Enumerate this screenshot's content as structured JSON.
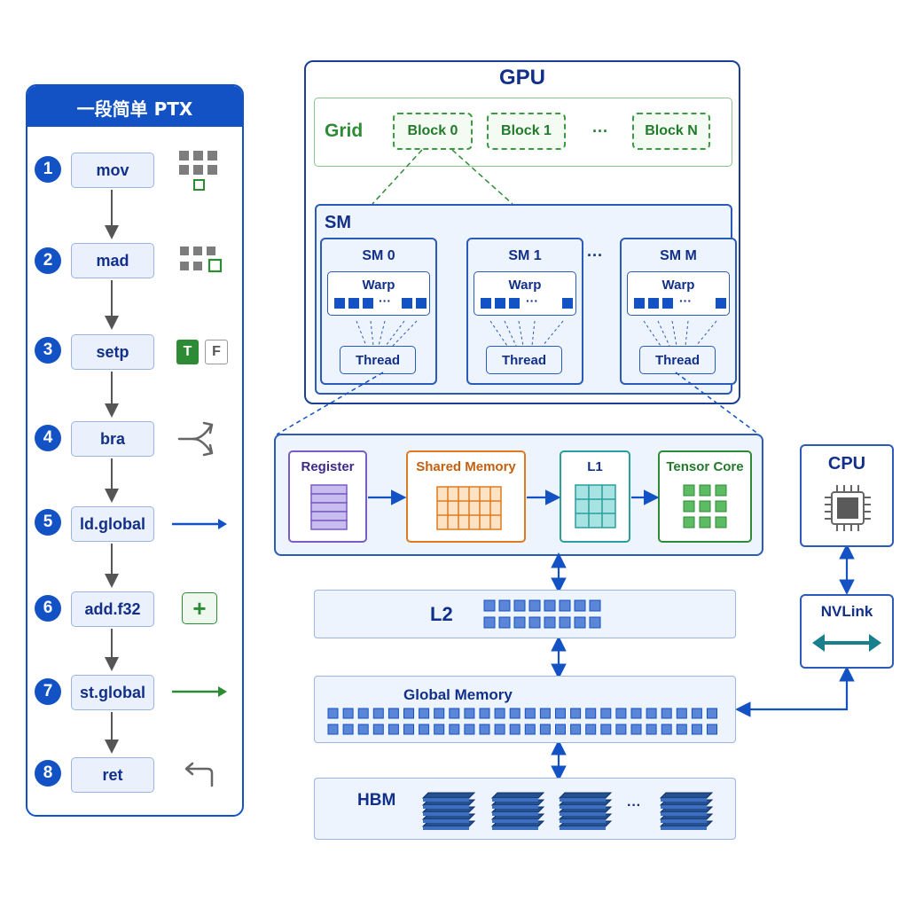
{
  "ptx": {
    "title": "一段简单 PTX",
    "steps": [
      {
        "num": "1",
        "op": "mov",
        "icon": "register-grid-icon"
      },
      {
        "num": "2",
        "op": "mad",
        "icon": "multiply-add-grid-icon"
      },
      {
        "num": "3",
        "op": "setp",
        "icon": "true-false-icon",
        "t": "T",
        "f": "F"
      },
      {
        "num": "4",
        "op": "bra",
        "icon": "branch-icon"
      },
      {
        "num": "5",
        "op": "ld.global",
        "icon": "load-arrow-icon"
      },
      {
        "num": "6",
        "op": "add.f32",
        "icon": "plus-icon",
        "plus": "+"
      },
      {
        "num": "7",
        "op": "st.global",
        "icon": "store-arrow-icon"
      },
      {
        "num": "8",
        "op": "ret",
        "icon": "return-arrow-icon"
      }
    ]
  },
  "gpu": {
    "title": "GPU",
    "grid": {
      "label": "Grid",
      "blocks": [
        "Block 0",
        "Block 1",
        "Block N"
      ],
      "ellipsis": "···"
    },
    "sm": {
      "label": "SM",
      "units": [
        {
          "name": "SM 0",
          "warp": "Warp",
          "thread": "Thread"
        },
        {
          "name": "SM 1",
          "warp": "Warp",
          "thread": "Thread"
        },
        {
          "name": "SM M",
          "warp": "Warp",
          "thread": "Thread"
        }
      ],
      "ellipsis": "···"
    }
  },
  "memory": {
    "register": "Register",
    "shared": "Shared Memory",
    "l1": "L1",
    "tensor": "Tensor Core",
    "l2": "L2",
    "global": "Global Memory",
    "hbm": "HBM",
    "hbm_ellipsis": "···"
  },
  "host": {
    "cpu": "CPU",
    "nvlink": "NVLink"
  },
  "colors": {
    "primary": "#1352c4",
    "navy": "#12308a",
    "green": "#2e8b35",
    "purple": "#7a5cc4",
    "orange": "#e07a1f",
    "teal": "#2a9d9d"
  }
}
